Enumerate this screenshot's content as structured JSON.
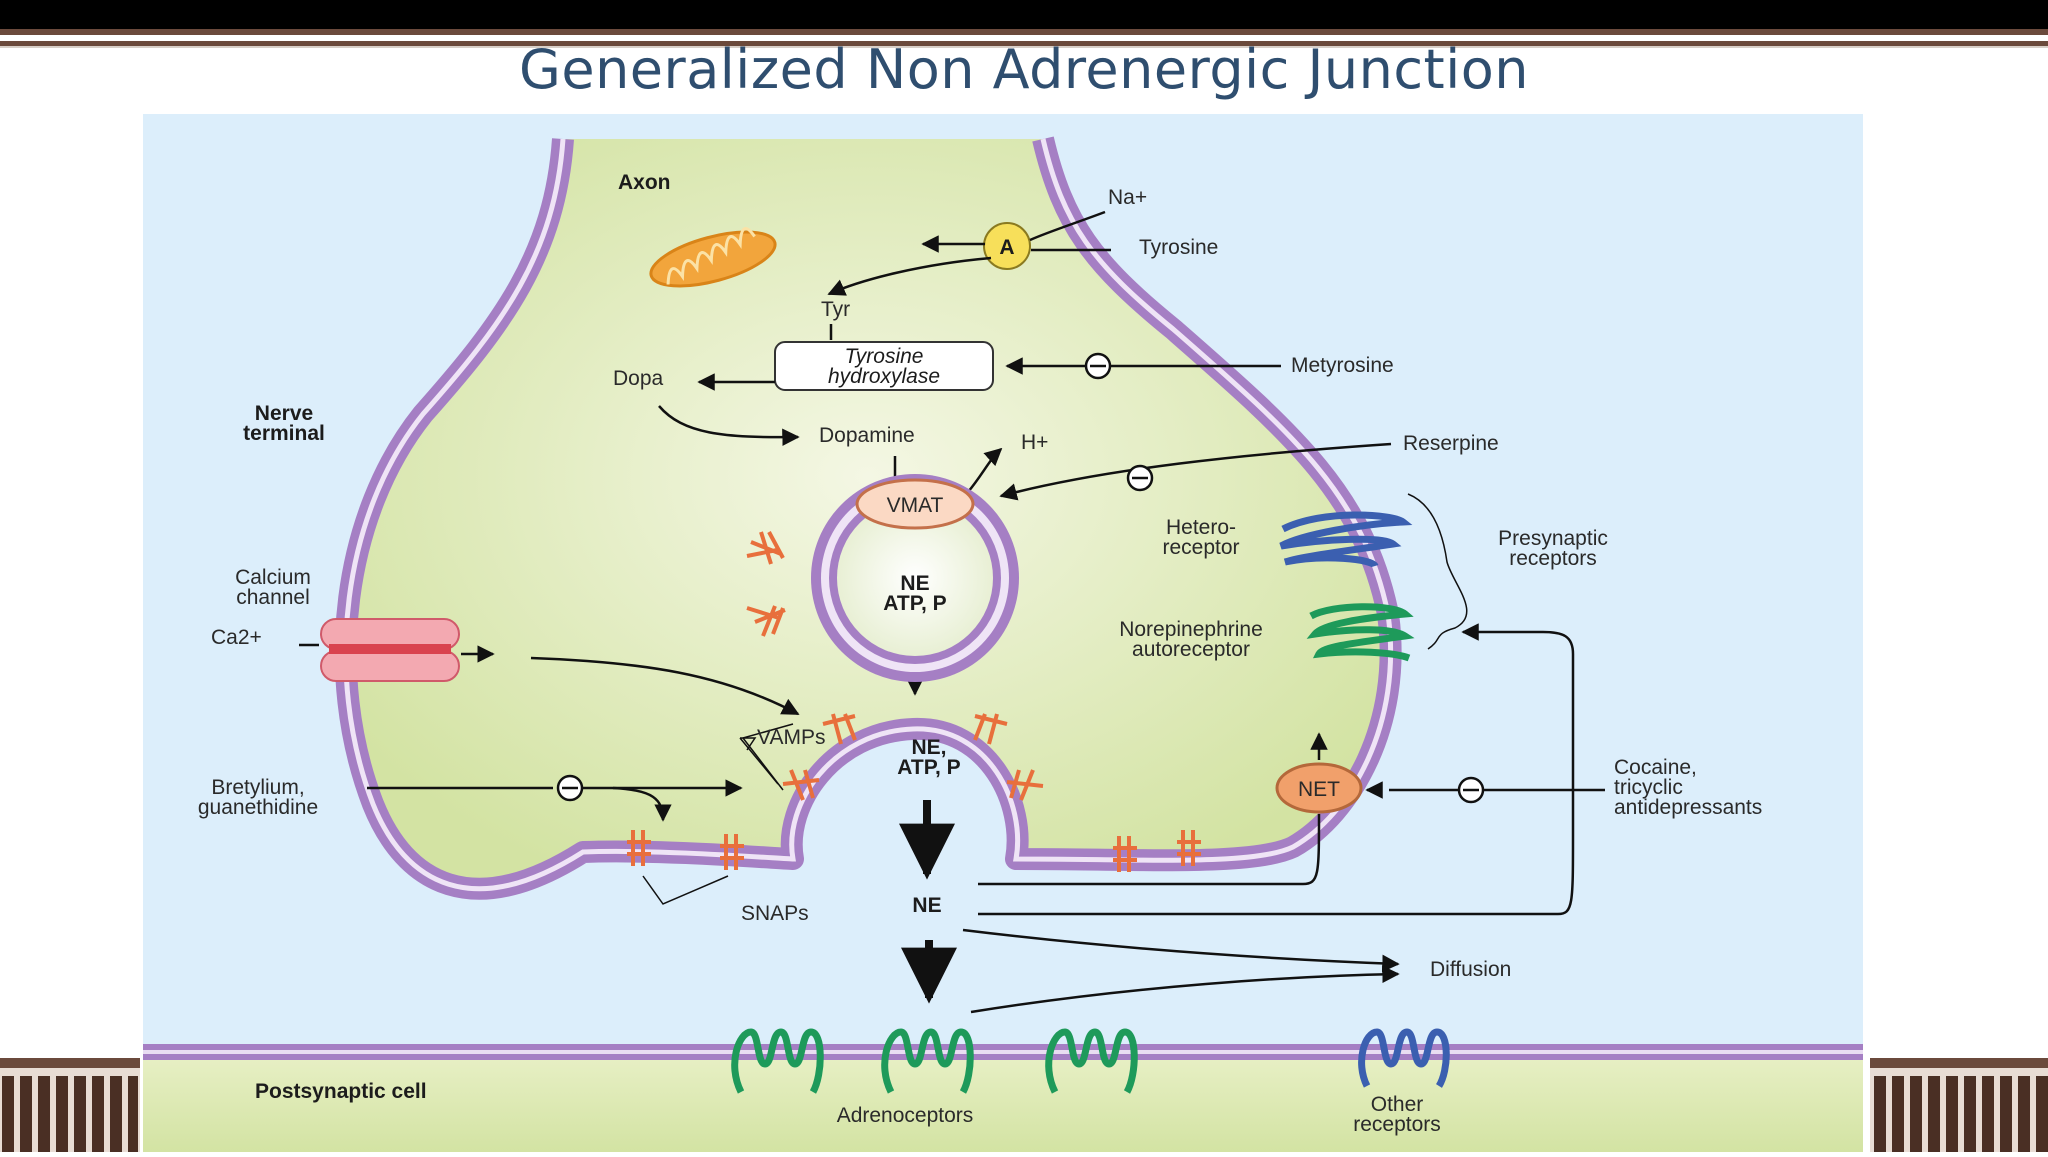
{
  "slide": {
    "title": "Generalized Non Adrenergic Junction"
  },
  "colors": {
    "title": "#2f4e6f",
    "background": "#dceefb",
    "cytoplasm": "#dfe9b8",
    "membrane": "#a57fc4",
    "transporter": "#f1a06b",
    "adrenoceptor": "#1e9a5a",
    "heteroreceptor": "#3b5fb0",
    "band_brown": "#6b4a3c"
  },
  "diagram": {
    "axon": "Axon",
    "nerve_terminal": "Nerve\nterminal",
    "na": "Na+",
    "a_label": "A",
    "tyrosine": "Tyrosine",
    "tyr": "Tyr",
    "enzyme": "Tyrosine\nhydroxylase",
    "dopa": "Dopa",
    "metyrosine": "Metyrosine",
    "dopamine": "Dopamine",
    "hplus": "H+",
    "reserpine": "Reserpine",
    "vmat": "VMAT",
    "vesicle_contents": "NE\nATP, P",
    "hetero_receptor": "Hetero-\nreceptor",
    "presynaptic_receptors": "Presynaptic\nreceptors",
    "ne_autoreceptor": "Norepinephrine\nautoreceptor",
    "calcium_channel": "Calcium\nchannel",
    "ca": "Ca2+",
    "vamps": "VAMPs",
    "fusing_contents": "NE,\nATP, P",
    "bretylium": "Bretylium,\nguanethidine",
    "net": "NET",
    "cocaine": "Cocaine,\ntricyclic\nantidepressants",
    "snaps": "SNAPs",
    "ne_cleft": "NE",
    "diffusion": "Diffusion",
    "postsynaptic": "Postsynaptic cell",
    "adrenoceptors": "Adrenoceptors",
    "other_receptors": "Other\nreceptors"
  }
}
